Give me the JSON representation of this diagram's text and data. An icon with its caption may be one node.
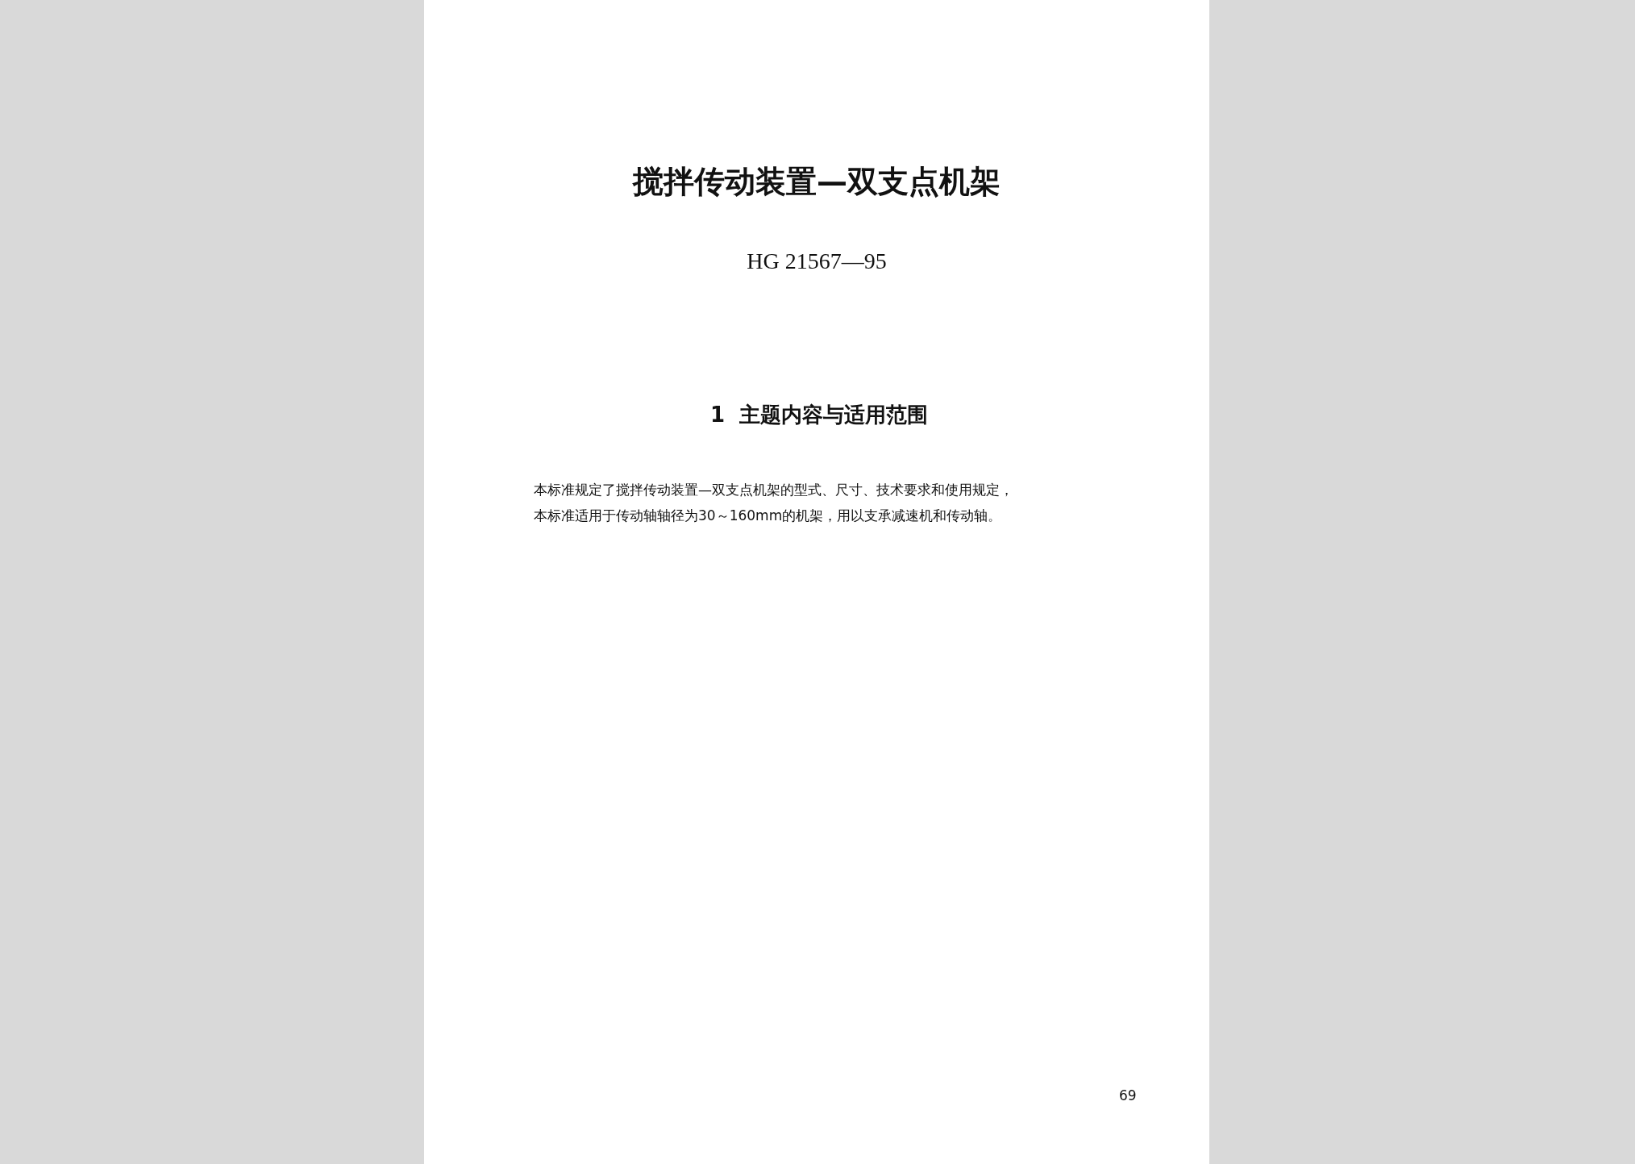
{
  "diagram": {
    "title": "搅拌传动装置—双支点机架",
    "labels": [
      "HG 21567—95",
      "1  主题内容与适用范围",
      "本标准规定了搅拌传动装置—双支点机架的型式、尺寸、技术要求和使用规定，",
      "本标准适用于传动轴轴径为30～160mm的机架，用以支承减速机和传动轴。",
      "69"
    ]
  }
}
